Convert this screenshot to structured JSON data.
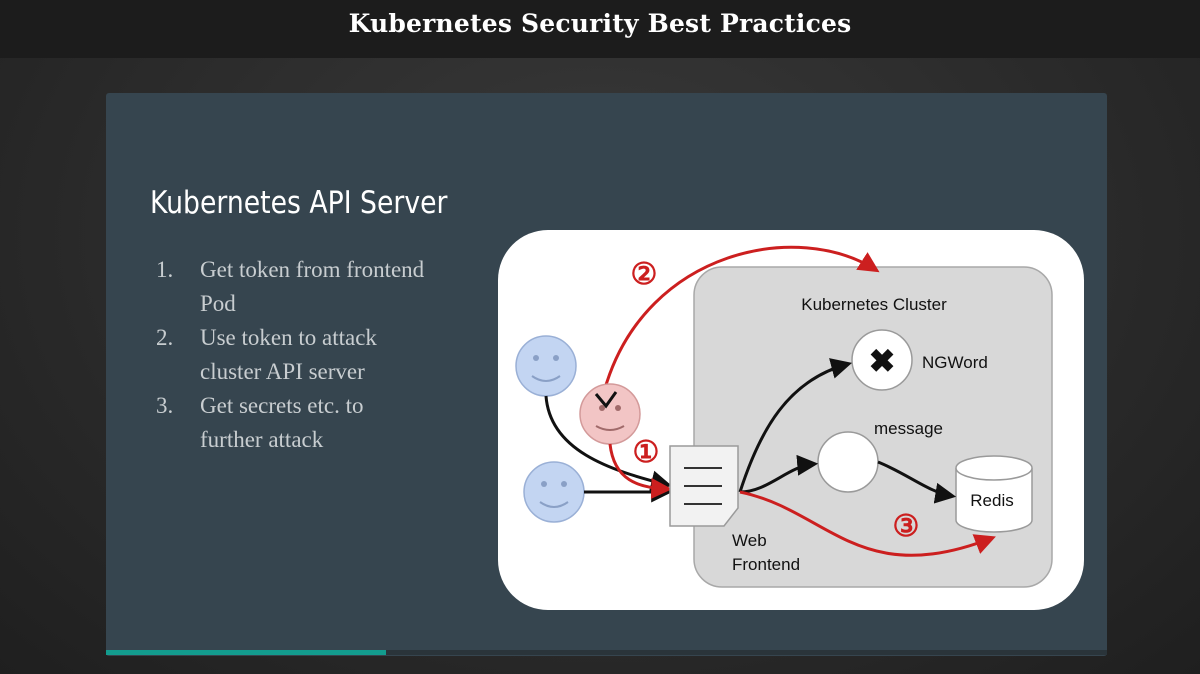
{
  "deck": {
    "title": "Kubernetes Security Best Practices"
  },
  "slide": {
    "heading": "Kubernetes API Server",
    "steps": [
      {
        "num": "1.",
        "text": "Get token from frontend Pod"
      },
      {
        "num": "2.",
        "text": "Use token to attack cluster API server"
      },
      {
        "num": "3.",
        "text": "Get secrets etc. to further attack"
      }
    ]
  },
  "diagram": {
    "cluster_label": "Kubernetes Cluster",
    "ngword_label": "NGWord",
    "message_label": "message",
    "redis_label": "Redis",
    "web_label_line1": "Web",
    "web_label_line2": "Frontend",
    "marker_1": "①",
    "marker_2": "②",
    "marker_3": "③",
    "colors": {
      "attack": "#cc1f1f",
      "normal": "#111111",
      "user_face": "#c3d5f2",
      "attacker_face": "#f2c5c5",
      "cluster_fill": "#d8d8d8"
    }
  },
  "progress": {
    "fraction": 0.28
  }
}
